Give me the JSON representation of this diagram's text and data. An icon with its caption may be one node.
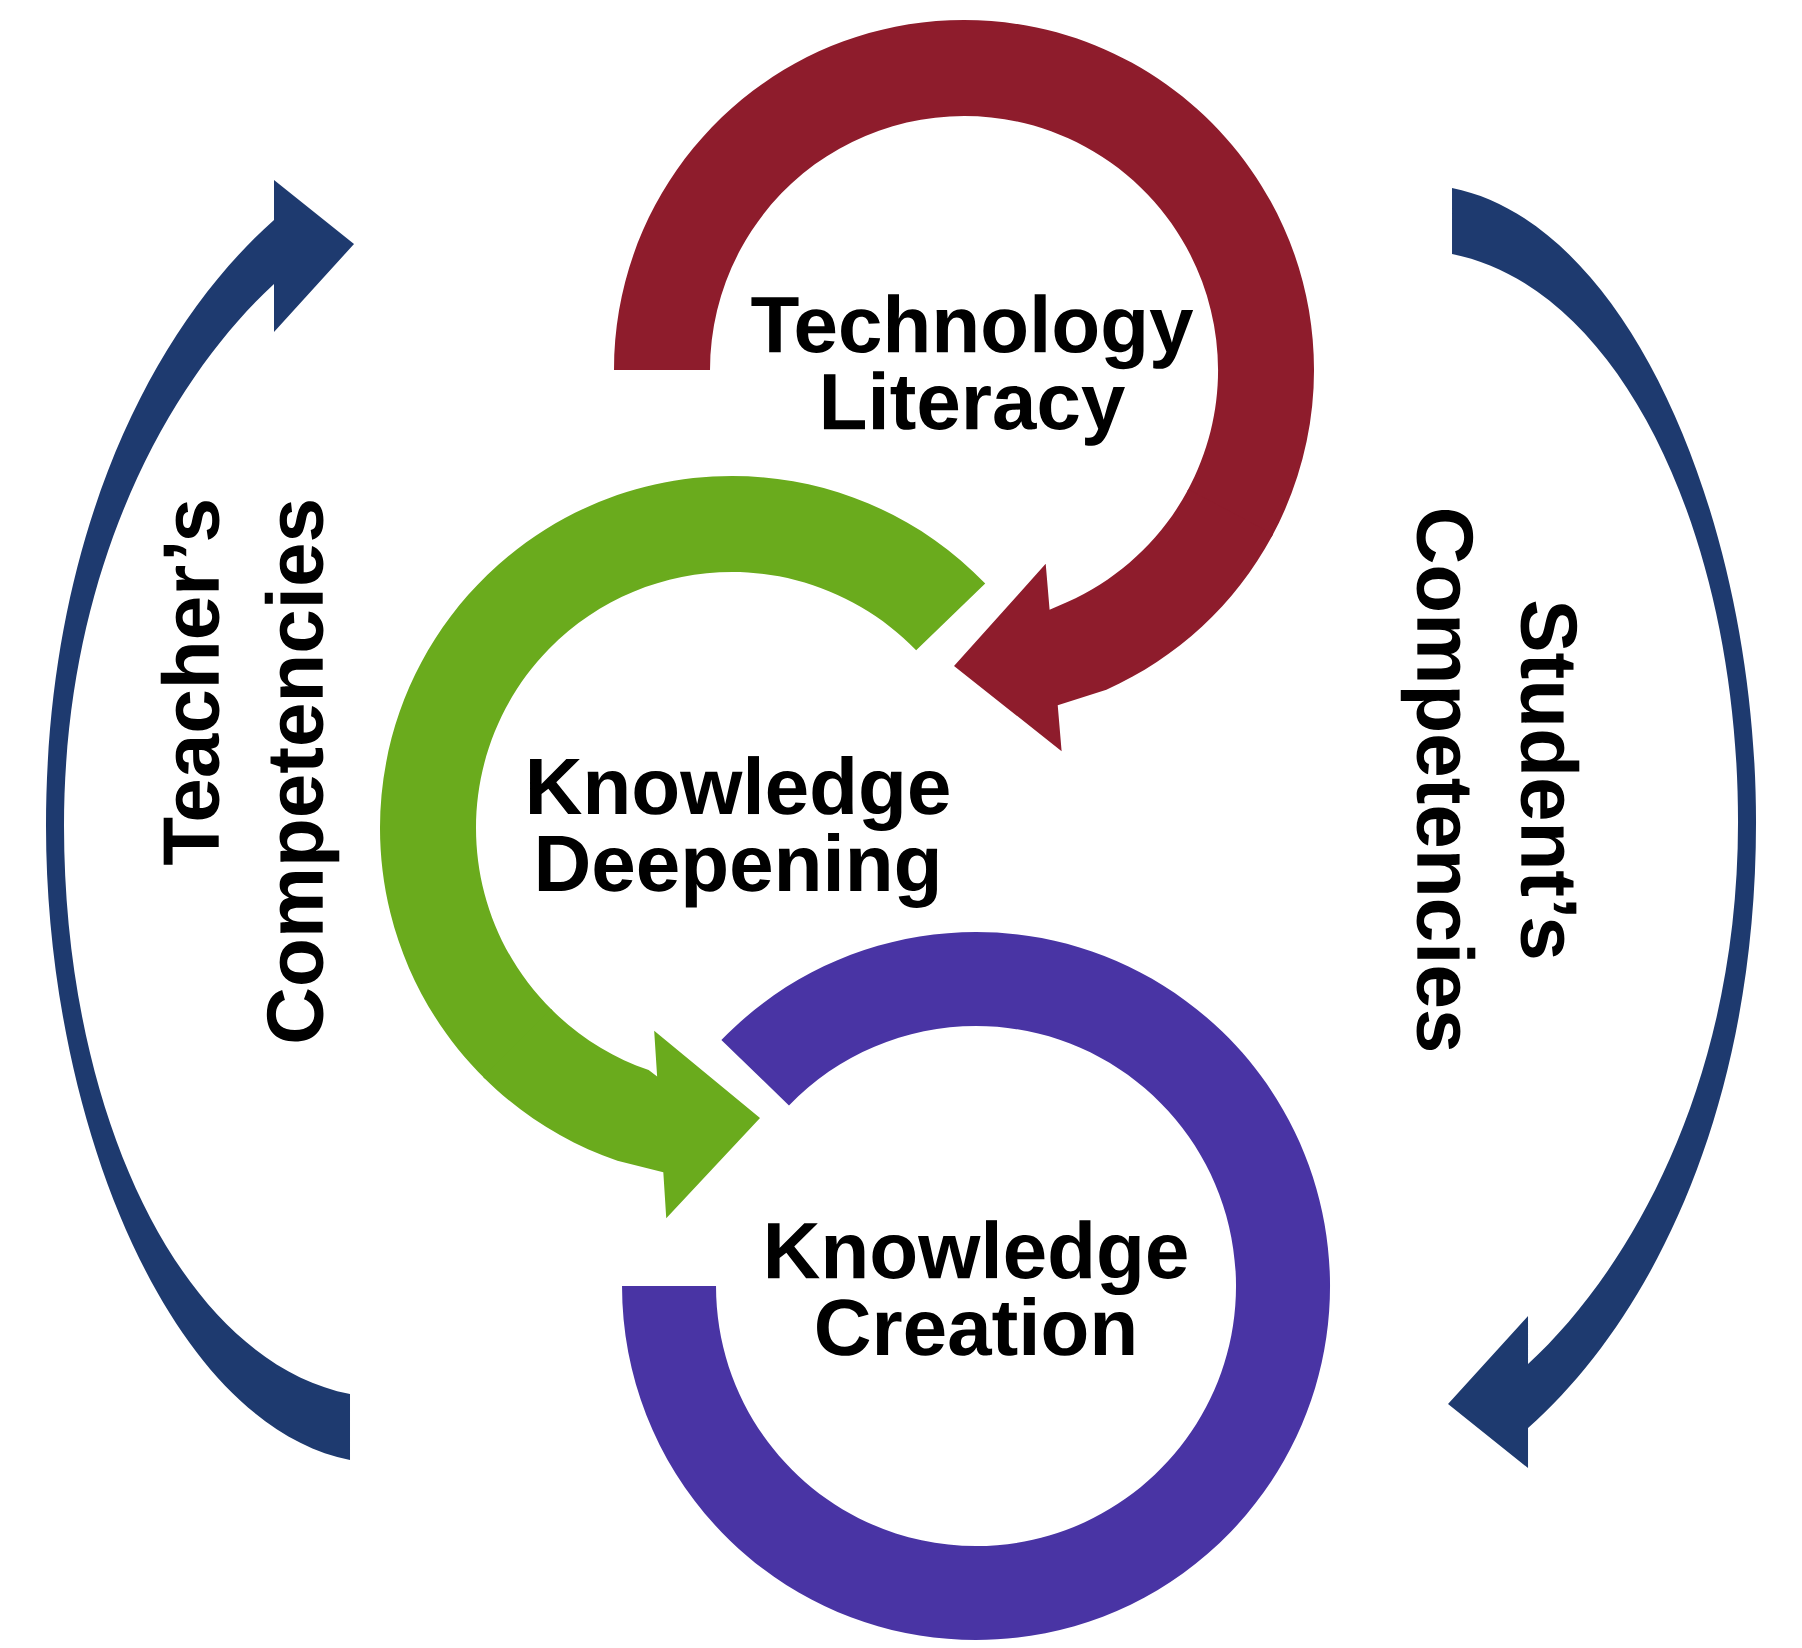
{
  "diagram": {
    "nodes": [
      {
        "text": [
          "Technology Literacy"
        ]
      },
      {
        "text": [
          "Knowledge Deepening"
        ]
      },
      {
        "text": [
          "Knowledge Creation"
        ]
      }
    ],
    "edges": [
      {
        "from": 0,
        "to": 1,
        "arrow": "to",
        "color": "#8e1c2c"
      },
      {
        "from": 1,
        "to": 2,
        "arrow": "to",
        "color": "#6aab1d"
      }
    ],
    "labels": [
      "Teacher’s Competencies",
      "Student’s Competencies"
    ]
  }
}
